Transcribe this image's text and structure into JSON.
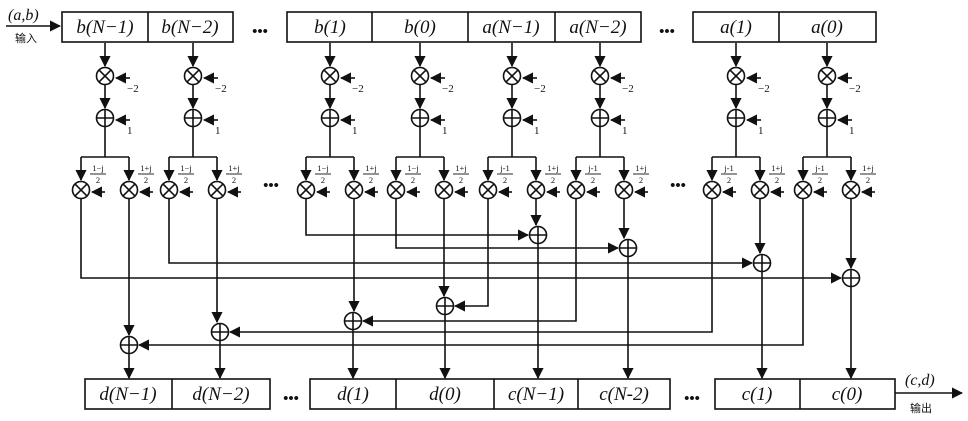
{
  "input_label": "(a,b)",
  "input_caption": "输入",
  "output_label": "(c,d)",
  "output_caption": "输出",
  "ellipsis": "•••",
  "top_registers": [
    "b(N−1)",
    "b(N−2)",
    "b(1)",
    "b(0)",
    "a(N−1)",
    "a(N−2)",
    "a(1)",
    "a(0)"
  ],
  "bottom_registers": [
    "d(N−1)",
    "d(N−2)",
    "d(1)",
    "d(0)",
    "c(N−1)",
    "c(N-2)",
    "c(1)",
    "c(0)"
  ],
  "scale_coef": "−2",
  "offset_coef": "1",
  "twiddle_pairs": [
    [
      "1−j",
      "1+j"
    ],
    [
      "1−j",
      "1+j"
    ],
    [
      "1−j",
      "1+j"
    ],
    [
      "1−j",
      "1+j"
    ],
    [
      "j-1",
      "1+j"
    ],
    [
      "j-1",
      "1+j"
    ],
    [
      "j-1",
      "1+j"
    ],
    [
      "j-1",
      "1+j"
    ]
  ],
  "twiddle_den": "2",
  "colors": {
    "stroke": "#111111",
    "background": "#ffffff"
  }
}
